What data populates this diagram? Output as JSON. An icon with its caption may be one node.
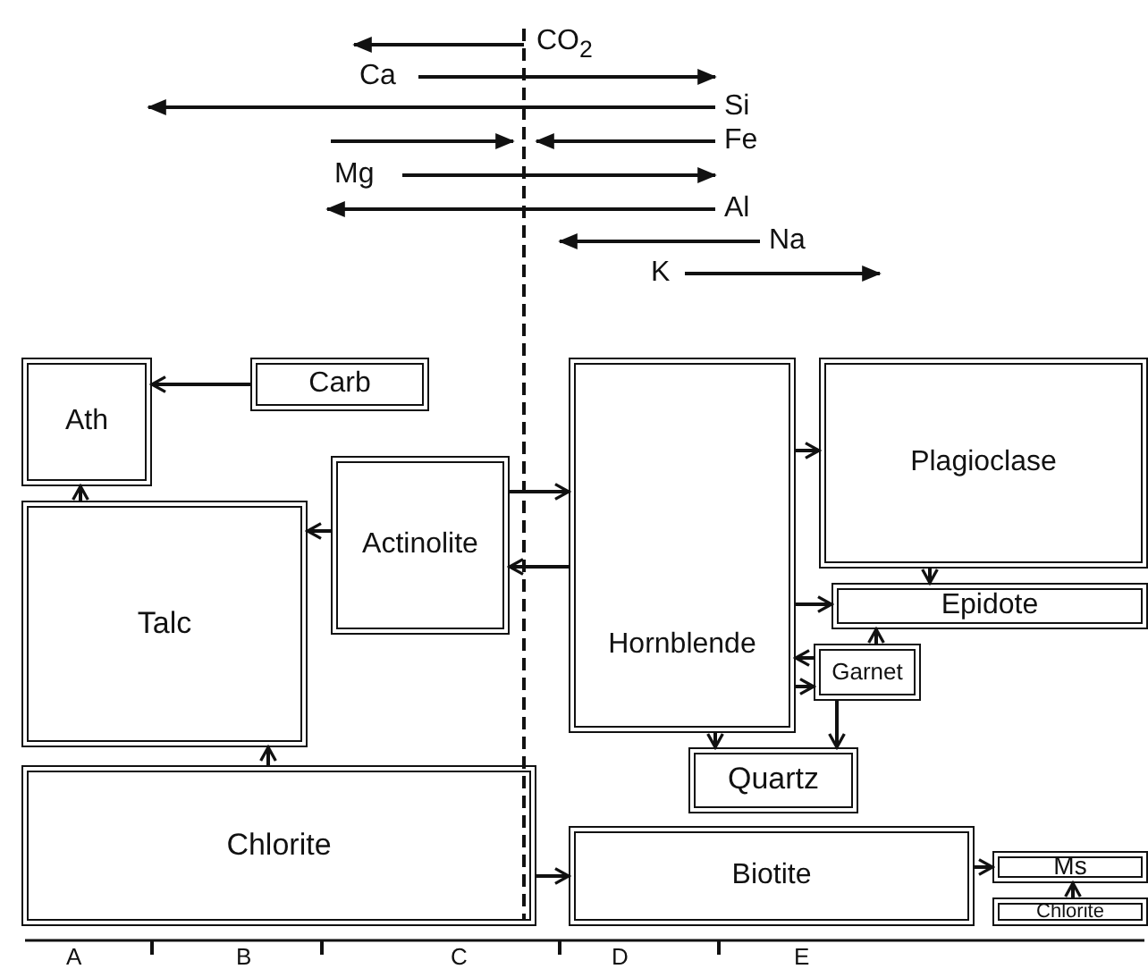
{
  "diagram": {
    "nodes": [
      {
        "text": [
          "Ath"
        ]
      },
      {
        "text": [
          "Carb"
        ]
      },
      {
        "text": [
          "Talc"
        ]
      },
      {
        "text": [
          "Actinolite"
        ]
      },
      {
        "text": [
          "Chlorite"
        ]
      },
      {
        "text": [
          "Plagioclase"
        ]
      },
      {
        "text": [
          "Hornblende"
        ]
      },
      {
        "text": [
          "Epidote"
        ]
      },
      {
        "text": [
          "Garnet"
        ]
      },
      {
        "text": [
          "Quartz"
        ]
      },
      {
        "text": [
          "Biotite"
        ]
      },
      {
        "text": [
          "Ms"
        ]
      },
      {
        "text": [
          "Chlorite"
        ]
      }
    ],
    "edges": [
      {
        "from": 2,
        "to": 0,
        "arrow": "to"
      },
      {
        "from": 1,
        "to": 0,
        "arrow": "to"
      },
      {
        "from": 3,
        "to": 2,
        "arrow": "to"
      },
      {
        "from": 4,
        "to": 2,
        "arrow": "to"
      },
      {
        "from": 3,
        "to": 6,
        "arrow": "to"
      },
      {
        "from": 6,
        "to": 3,
        "arrow": "to"
      },
      {
        "from": 4,
        "to": 10,
        "arrow": "to"
      },
      {
        "from": 6,
        "to": 5,
        "arrow": "to"
      },
      {
        "from": 5,
        "to": 7,
        "arrow": "to"
      },
      {
        "from": 6,
        "to": 7,
        "arrow": "to"
      },
      {
        "from": 8,
        "to": 7,
        "arrow": "to"
      },
      {
        "from": 8,
        "to": 6,
        "arrow": "to"
      },
      {
        "from": 6,
        "to": 8,
        "arrow": "to"
      },
      {
        "from": 8,
        "to": 9,
        "arrow": "to"
      },
      {
        "from": 6,
        "to": 9,
        "arrow": "to"
      },
      {
        "from": 10,
        "to": 11,
        "arrow": "to"
      },
      {
        "from": 12,
        "to": 11,
        "arrow": "to"
      }
    ],
    "labels": [
      "CO$_{2}$",
      "Ca",
      "Si",
      "Fe",
      "Mg",
      "Al",
      "Na",
      "K",
      "A",
      "B",
      "C",
      "D",
      "E"
    ]
  }
}
